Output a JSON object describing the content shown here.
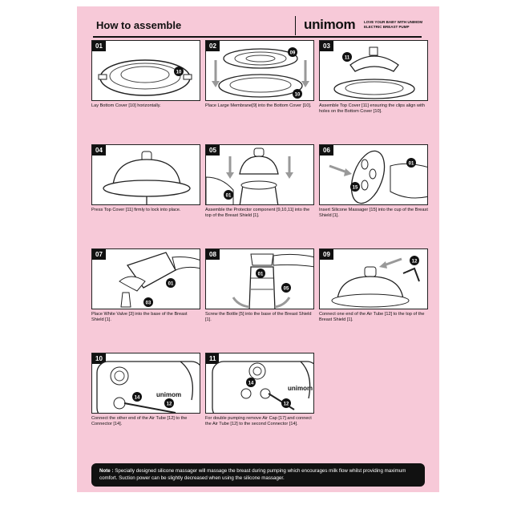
{
  "header": {
    "title": "How to assemble",
    "brand": "unimom",
    "tagline_1": "LOVE YOUR BABY WITH UNIMOM",
    "tagline_2": "ELECTRIC BREAST PUMP"
  },
  "steps": [
    {
      "num": "01",
      "caption": "Lay Bottom Cover [10] horizontally.",
      "callouts": [
        "10"
      ]
    },
    {
      "num": "02",
      "caption": "Place Large Membrane[9] into the Bottom Cover [10].",
      "callouts": [
        "09",
        "10"
      ]
    },
    {
      "num": "03",
      "caption": "Assemble Top Cover [11] ensuring the clips align with holes on the Bottom Cover [10].",
      "callouts": [
        "11"
      ]
    },
    {
      "num": "04",
      "caption": "Press Top Cover [11] firmly to lock into place.",
      "callouts": []
    },
    {
      "num": "05",
      "caption": "Assemble the Protector component [9,10,11] into the top of the Breast Shield [1].",
      "callouts": [
        "01"
      ]
    },
    {
      "num": "06",
      "caption": "Insert Silicone Massager [15] into the cup of the Breast Shield [1].",
      "callouts": [
        "15",
        "01"
      ]
    },
    {
      "num": "07",
      "caption": "Place White Valve [3] into the base of the Breast Shield [1].",
      "callouts": [
        "01",
        "03"
      ]
    },
    {
      "num": "08",
      "caption": "Screw the Bottle [5] into the base of the Breast Shield [1].",
      "callouts": [
        "01",
        "05"
      ]
    },
    {
      "num": "09",
      "caption": "Connect one end of the Air Tube [12] to the top of the Breast Shield [1].",
      "callouts": [
        "12"
      ]
    },
    {
      "num": "10",
      "caption": "Connect the other end of the Air Tube [12] to the Connector [14].",
      "callouts": [
        "14",
        "12"
      ],
      "device_logo": "unimom"
    },
    {
      "num": "11",
      "caption": "For double pumping remove Air Cap [17] and connect the Air Tube [12] to the second Connector [14].",
      "callouts": [
        "14",
        "12"
      ],
      "device_logo": "unimom"
    }
  ],
  "note": {
    "label": "Note :",
    "text": "Specially designed silicone massager will massage the breast during pumping which encourages milk flow whilst providing maximum comfort. Suction power can be slightly decreased when using the silicone massager."
  },
  "colors": {
    "page_background": "#f7c9d8",
    "note_background": "#111111",
    "panel_background": "#ffffff"
  }
}
